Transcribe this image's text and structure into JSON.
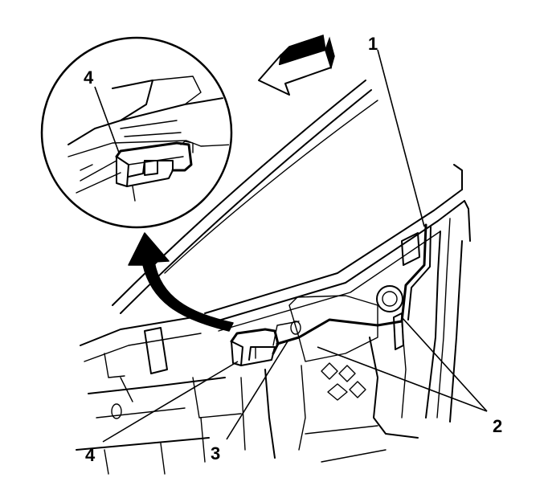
{
  "callouts": {
    "c1": "1",
    "c2": "2",
    "c3": "3",
    "c4_main": "4",
    "c4_detail": "4"
  },
  "icons": {
    "direction_arrow": "left-arrow-icon",
    "detail_arrow": "curved-arrow-icon"
  },
  "colors": {
    "line": "#000000",
    "background": "#ffffff",
    "arrow_fill": "#000000"
  }
}
